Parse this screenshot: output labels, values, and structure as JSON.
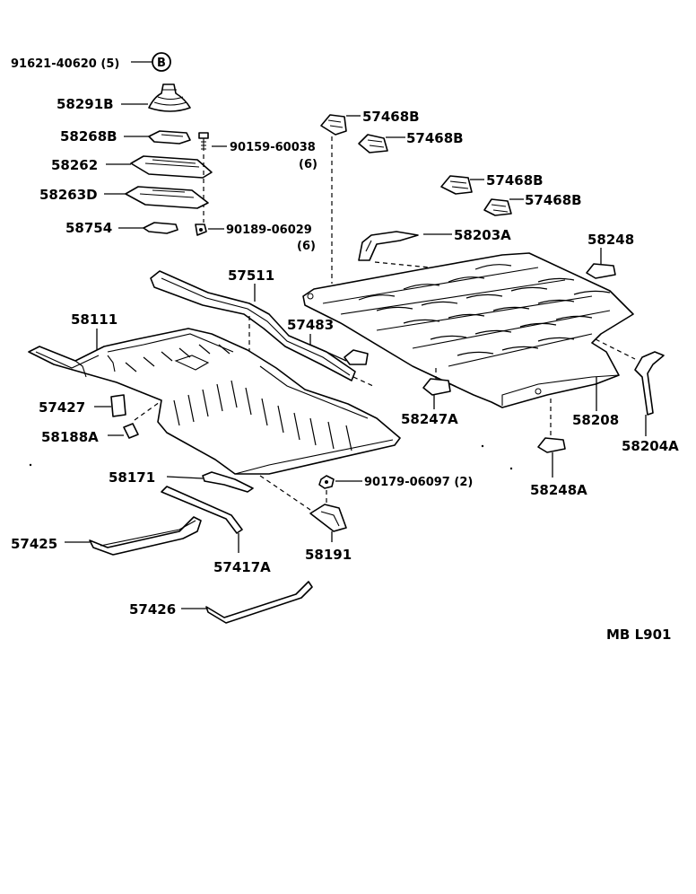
{
  "labels": {
    "p91621": "91621-40620 (5)",
    "p58291B": "58291B",
    "p58268B": "58268B",
    "p90159": "90159-60038",
    "p90159_qty": "(6)",
    "p58262": "58262",
    "p58263D": "58263D",
    "p58754": "58754",
    "p90189": "90189-06029",
    "p90189_qty": "(6)",
    "p57468B_1": "57468B",
    "p57468B_2": "57468B",
    "p57468B_3": "57468B",
    "p57468B_4": "57468B",
    "p58203A": "58203A",
    "p58248": "58248",
    "p57511": "57511",
    "p58111": "58111",
    "p57483": "57483",
    "p57427": "57427",
    "p58188A": "58188A",
    "p58247A": "58247A",
    "p58208": "58208",
    "p58204A": "58204A",
    "p58171": "58171",
    "p90179": "90179-06097 (2)",
    "p58248A": "58248A",
    "p57425": "57425",
    "p57417A": "57417A",
    "p58191": "58191",
    "p57426": "57426",
    "footer_code": "MB  L901"
  },
  "callout_letter": "B"
}
